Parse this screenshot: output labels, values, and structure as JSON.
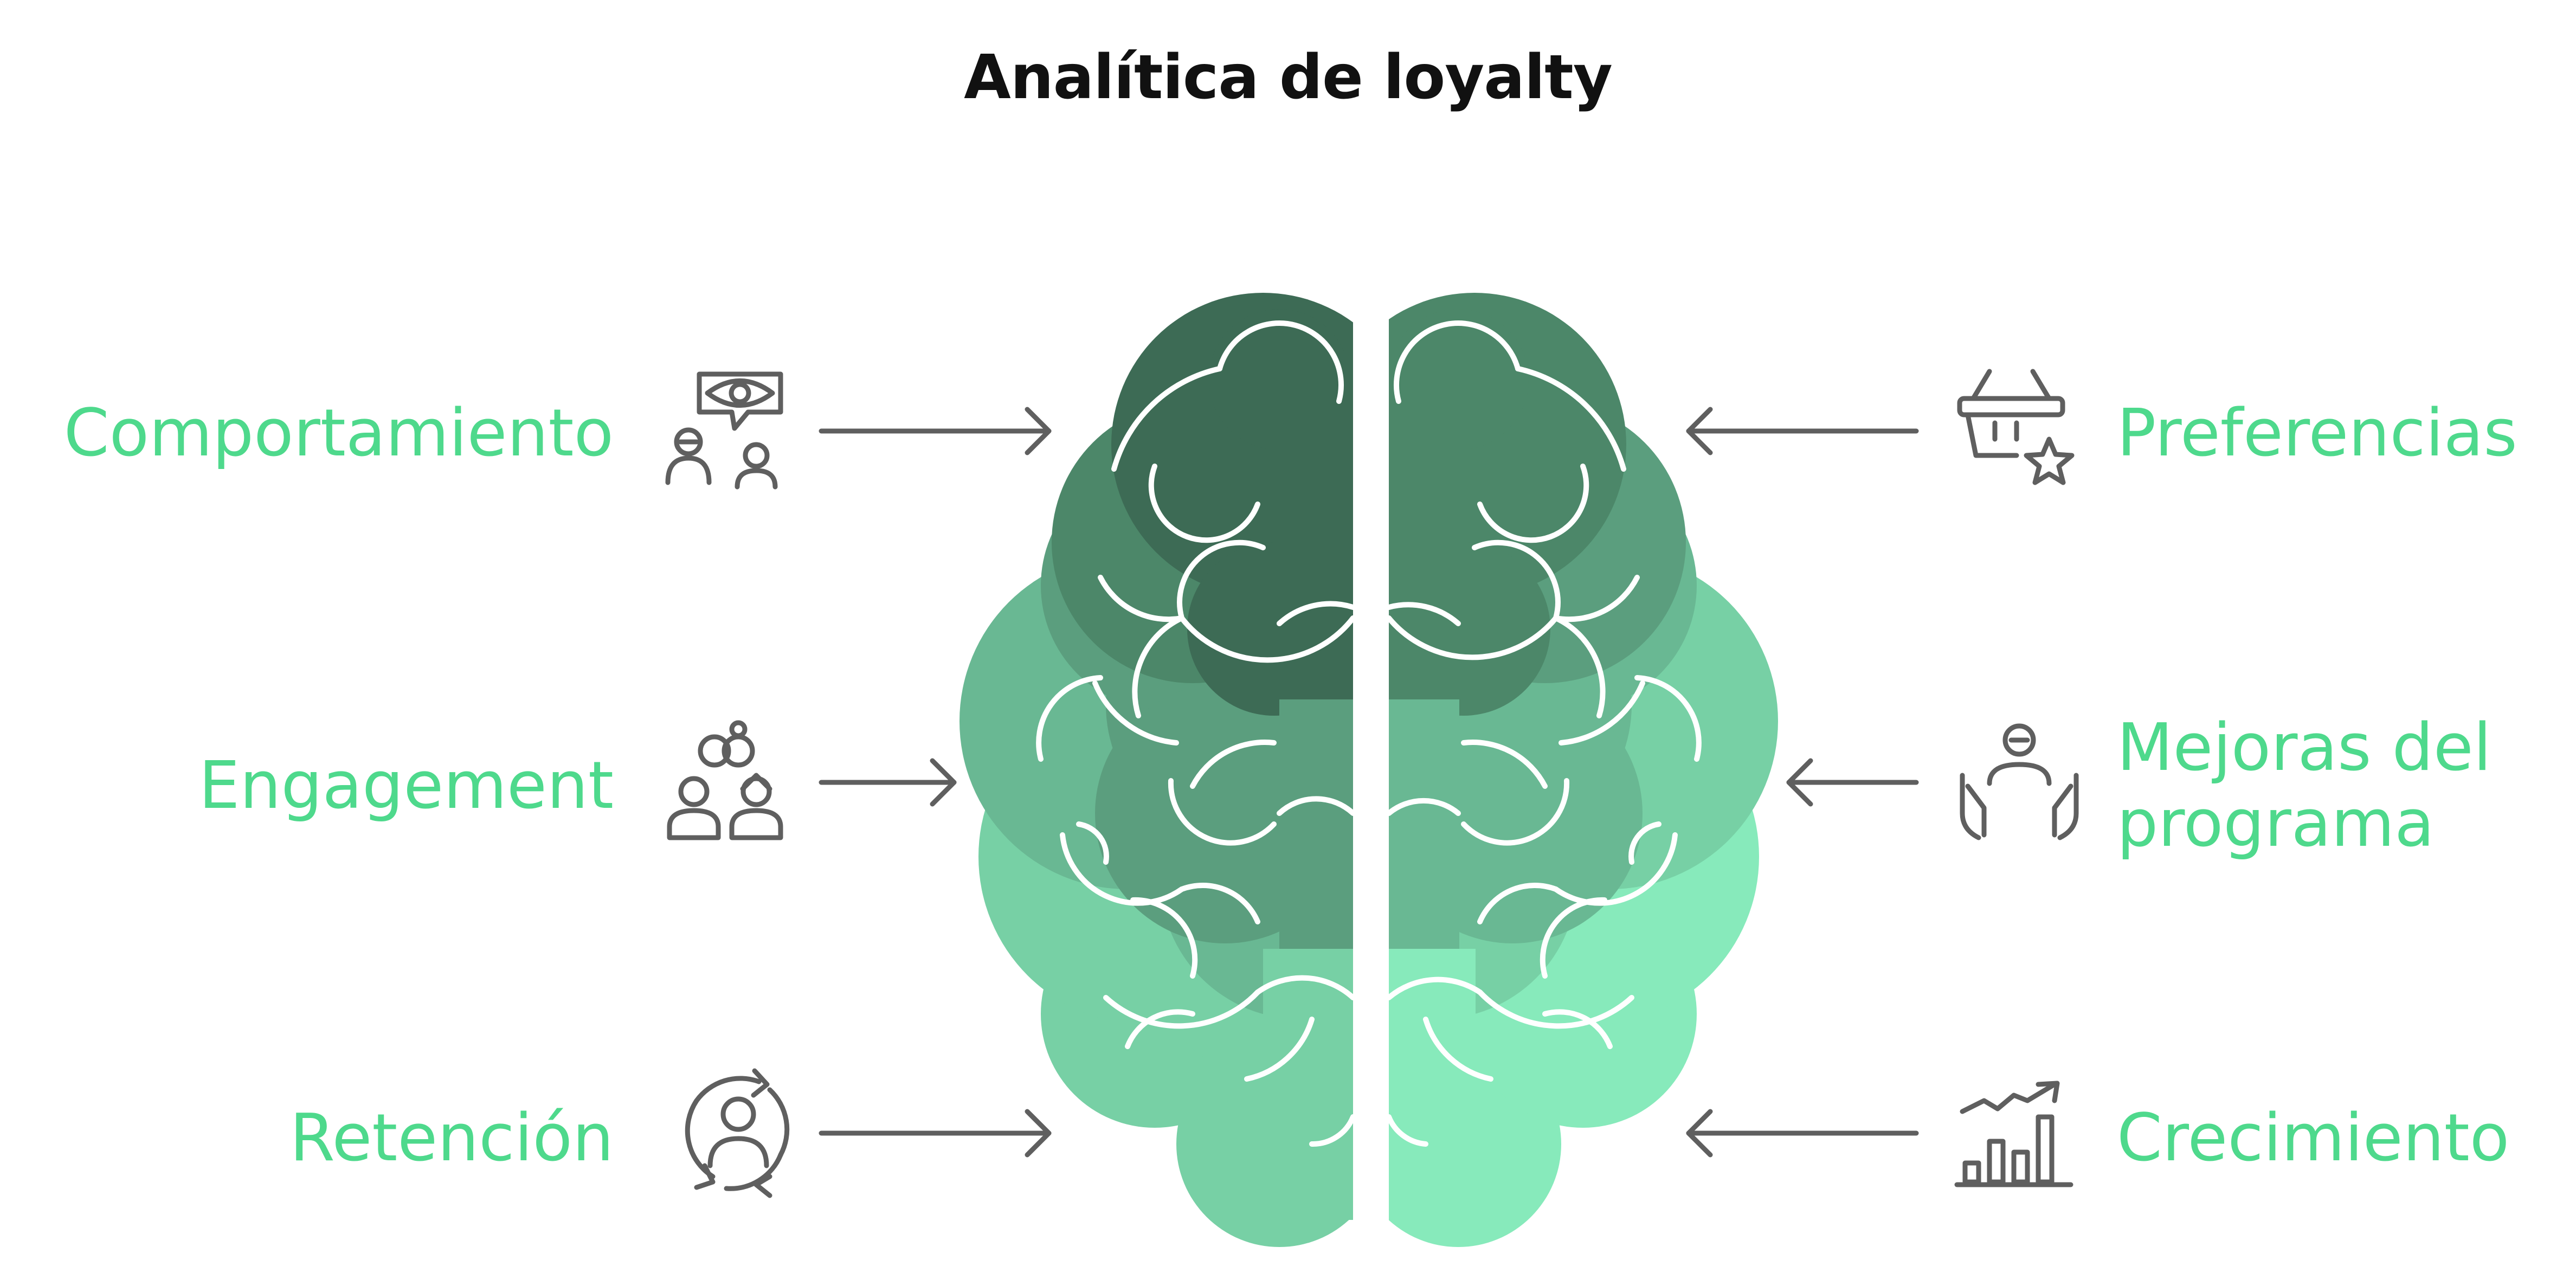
{
  "title": "Analítica de loyalty",
  "colors": {
    "label": "#4ed98c",
    "icon": "#5f5f5f",
    "shade1": "#3d6b55",
    "shade2": "#4c8769",
    "shade3": "#5b9e7e",
    "shade4": "#69b893",
    "shade5": "#77d0a5",
    "shade6": "#87eabb"
  },
  "left_items": [
    {
      "label": "Comportamiento",
      "icon": "observer-eye-people-icon"
    },
    {
      "label": "Engagement",
      "icon": "linked-people-icon"
    },
    {
      "label": "Retención",
      "icon": "person-cycle-icon"
    }
  ],
  "right_items": [
    {
      "label": "Preferencias",
      "icon": "basket-star-icon"
    },
    {
      "label": "Mejoras del",
      "label2": "programa",
      "icon": "hands-person-icon"
    },
    {
      "label": "Crecimiento",
      "icon": "growth-chart-icon"
    }
  ]
}
